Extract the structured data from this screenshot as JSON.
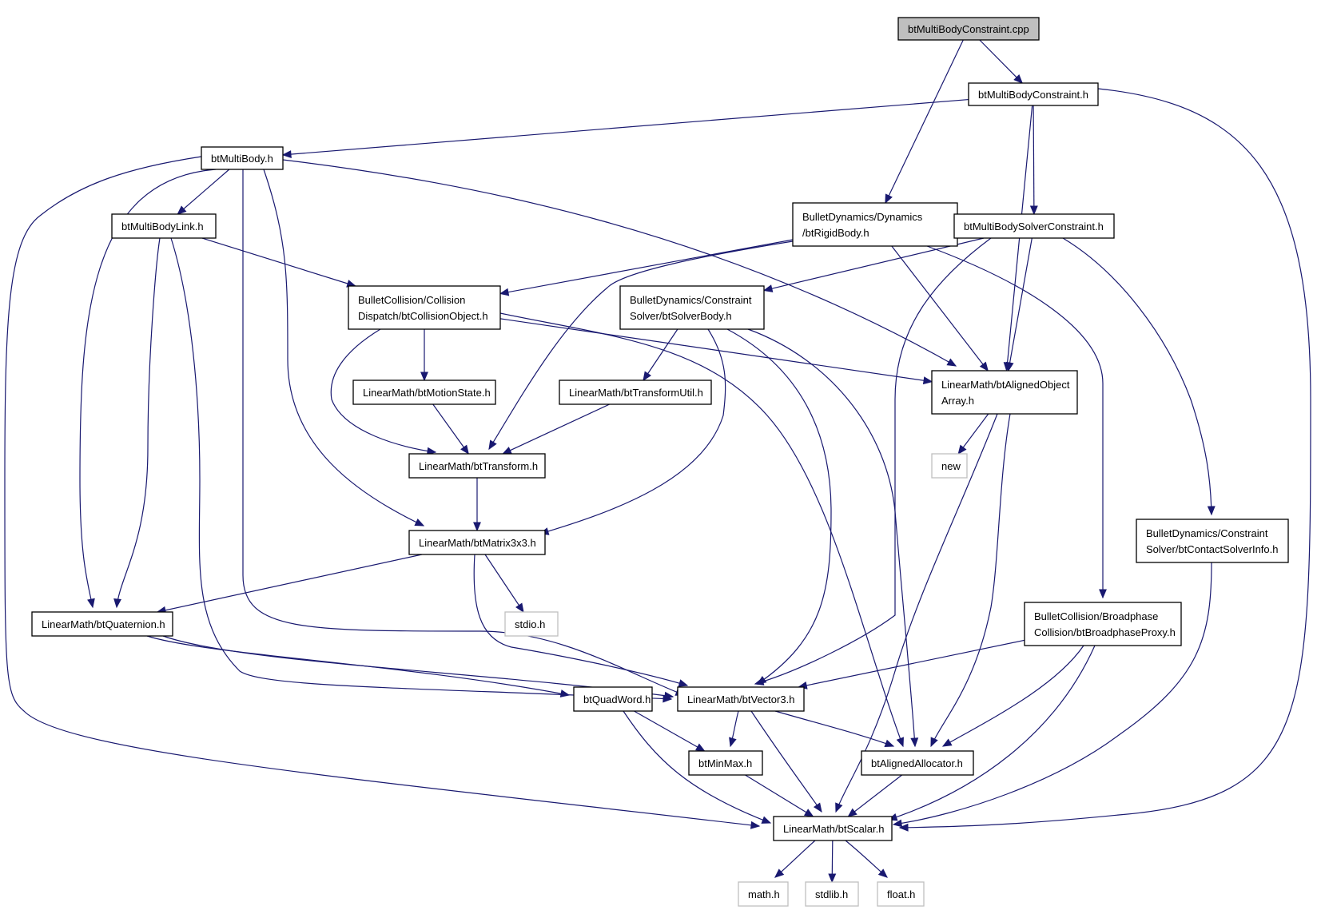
{
  "graph": {
    "nodes": [
      {
        "id": "root",
        "lines": [
          "btMultiBodyConstraint.cpp"
        ],
        "style": "root"
      },
      {
        "id": "mbc",
        "lines": [
          "btMultiBodyConstraint.h"
        ],
        "style": "normal"
      },
      {
        "id": "mb",
        "lines": [
          "btMultiBody.h"
        ],
        "style": "normal"
      },
      {
        "id": "rigid",
        "lines": [
          "BulletDynamics/Dynamics",
          "/btRigidBody.h"
        ],
        "style": "normal"
      },
      {
        "id": "mbsc",
        "lines": [
          "btMultiBodySolverConstraint.h"
        ],
        "style": "normal"
      },
      {
        "id": "mbl",
        "lines": [
          "btMultiBodyLink.h"
        ],
        "style": "normal"
      },
      {
        "id": "colobj",
        "lines": [
          "BulletCollision/Collision",
          "Dispatch/btCollisionObject.h"
        ],
        "style": "normal"
      },
      {
        "id": "solverbody",
        "lines": [
          "BulletDynamics/Constraint",
          "Solver/btSolverBody.h"
        ],
        "style": "normal"
      },
      {
        "id": "aoa",
        "lines": [
          "LinearMath/btAlignedObject",
          "Array.h"
        ],
        "style": "normal"
      },
      {
        "id": "motion",
        "lines": [
          "LinearMath/btMotionState.h"
        ],
        "style": "normal"
      },
      {
        "id": "tutil",
        "lines": [
          "LinearMath/btTransformUtil.h"
        ],
        "style": "normal"
      },
      {
        "id": "new",
        "lines": [
          "new"
        ],
        "style": "external"
      },
      {
        "id": "transform",
        "lines": [
          "LinearMath/btTransform.h"
        ],
        "style": "normal"
      },
      {
        "id": "contactinfo",
        "lines": [
          "BulletDynamics/Constraint",
          "Solver/btContactSolverInfo.h"
        ],
        "style": "normal"
      },
      {
        "id": "matrix",
        "lines": [
          "LinearMath/btMatrix3x3.h"
        ],
        "style": "normal"
      },
      {
        "id": "broadphase",
        "lines": [
          "BulletCollision/Broadphase",
          "Collision/btBroadphaseProxy.h"
        ],
        "style": "normal"
      },
      {
        "id": "quat",
        "lines": [
          "LinearMath/btQuaternion.h"
        ],
        "style": "normal"
      },
      {
        "id": "stdio",
        "lines": [
          "stdio.h"
        ],
        "style": "external"
      },
      {
        "id": "quadword",
        "lines": [
          "btQuadWord.h"
        ],
        "style": "normal"
      },
      {
        "id": "vector3",
        "lines": [
          "LinearMath/btVector3.h"
        ],
        "style": "normal"
      },
      {
        "id": "minmax",
        "lines": [
          "btMinMax.h"
        ],
        "style": "normal"
      },
      {
        "id": "alloc",
        "lines": [
          "btAlignedAllocator.h"
        ],
        "style": "normal"
      },
      {
        "id": "scalar",
        "lines": [
          "LinearMath/btScalar.h"
        ],
        "style": "normal"
      },
      {
        "id": "math",
        "lines": [
          "math.h"
        ],
        "style": "external"
      },
      {
        "id": "stdlib",
        "lines": [
          "stdlib.h"
        ],
        "style": "external"
      },
      {
        "id": "float",
        "lines": [
          "float.h"
        ],
        "style": "external"
      }
    ],
    "edges": [
      [
        "root",
        "mbc"
      ],
      [
        "root",
        "rigid"
      ],
      [
        "mbc",
        "mb"
      ],
      [
        "mbc",
        "mbsc"
      ],
      [
        "mbc",
        "aoa"
      ],
      [
        "mbc",
        "scalar"
      ],
      [
        "mb",
        "mbl"
      ],
      [
        "mb",
        "quat"
      ],
      [
        "mb",
        "matrix"
      ],
      [
        "mb",
        "vector3"
      ],
      [
        "mb",
        "aoa"
      ],
      [
        "mb",
        "scalar"
      ],
      [
        "mbl",
        "colobj"
      ],
      [
        "mbl",
        "quat"
      ],
      [
        "mbl",
        "vector3"
      ],
      [
        "rigid",
        "colobj"
      ],
      [
        "rigid",
        "transform"
      ],
      [
        "rigid",
        "aoa"
      ],
      [
        "rigid",
        "broadphase"
      ],
      [
        "mbsc",
        "solverbody"
      ],
      [
        "mbsc",
        "vector3"
      ],
      [
        "mbsc",
        "aoa"
      ],
      [
        "mbsc",
        "contactinfo"
      ],
      [
        "colobj",
        "motion"
      ],
      [
        "colobj",
        "transform"
      ],
      [
        "colobj",
        "aoa"
      ],
      [
        "colobj",
        "alloc"
      ],
      [
        "solverbody",
        "tutil"
      ],
      [
        "solverbody",
        "matrix"
      ],
      [
        "solverbody",
        "vector3"
      ],
      [
        "solverbody",
        "alloc"
      ],
      [
        "motion",
        "transform"
      ],
      [
        "tutil",
        "transform"
      ],
      [
        "transform",
        "matrix"
      ],
      [
        "matrix",
        "quat"
      ],
      [
        "matrix",
        "stdio"
      ],
      [
        "matrix",
        "vector3"
      ],
      [
        "aoa",
        "new"
      ],
      [
        "aoa",
        "scalar"
      ],
      [
        "aoa",
        "alloc"
      ],
      [
        "contactinfo",
        "scalar"
      ],
      [
        "broadphase",
        "vector3"
      ],
      [
        "broadphase",
        "alloc"
      ],
      [
        "broadphase",
        "scalar"
      ],
      [
        "quat",
        "quadword"
      ],
      [
        "quat",
        "vector3"
      ],
      [
        "quadword",
        "minmax"
      ],
      [
        "quadword",
        "scalar"
      ],
      [
        "vector3",
        "minmax"
      ],
      [
        "vector3",
        "scalar"
      ],
      [
        "vector3",
        "alloc"
      ],
      [
        "minmax",
        "scalar"
      ],
      [
        "alloc",
        "scalar"
      ],
      [
        "scalar",
        "math"
      ],
      [
        "scalar",
        "stdlib"
      ],
      [
        "scalar",
        "float"
      ]
    ]
  }
}
